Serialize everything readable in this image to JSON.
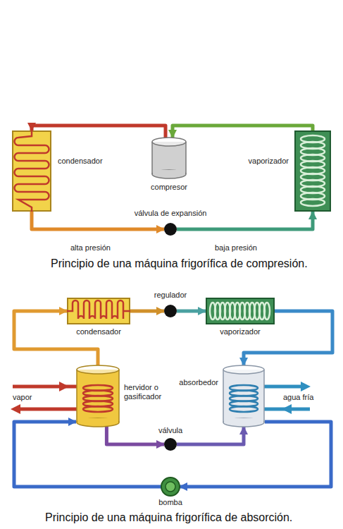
{
  "diagram": {
    "caption": "Principio de una máquina frigorífica de absorción.",
    "nodes": [
      {
        "text": [
          "condensador"
        ]
      },
      {
        "text": [
          "compresor"
        ]
      },
      {
        "text": [
          "vaporizador"
        ]
      },
      {
        "text": [
          "válvula de expansión"
        ]
      },
      {
        "text": [
          "condensador"
        ]
      },
      {
        "text": [
          "regulador"
        ]
      },
      {
        "text": [
          "vaporizador"
        ]
      },
      {
        "text": [
          "hervidor o gasificador"
        ]
      },
      {
        "text": [
          "absorbedor"
        ]
      },
      {
        "text": [
          "válvula"
        ]
      },
      {
        "text": [
          "bomba"
        ]
      }
    ],
    "edges": [
      {
        "from": 1,
        "to": 0,
        "arrow": "to"
      },
      {
        "from": 0,
        "to": 3,
        "arrow": "to"
      },
      {
        "from": 3,
        "to": 2,
        "arrow": "to"
      },
      {
        "from": 2,
        "to": 1,
        "arrow": "to"
      },
      {
        "from": 4,
        "to": 5,
        "arrow": "to"
      },
      {
        "from": 5,
        "to": 6,
        "arrow": "to"
      },
      {
        "from": 6,
        "to": 8,
        "arrow": "to"
      },
      {
        "from": 7,
        "to": 4,
        "arrow": "to"
      },
      {
        "from": 7,
        "to": 9,
        "arrow": "to"
      },
      {
        "from": 9,
        "to": 8,
        "arrow": "to"
      },
      {
        "from": 8,
        "to": 10,
        "arrow": "to"
      },
      {
        "from": 10,
        "to": 7,
        "arrow": "to"
      }
    ],
    "labels": [
      "alta presión",
      "baja presión",
      "Principio de una máquina frigorífica de compresión.",
      "vapor",
      "agua fría"
    ]
  }
}
